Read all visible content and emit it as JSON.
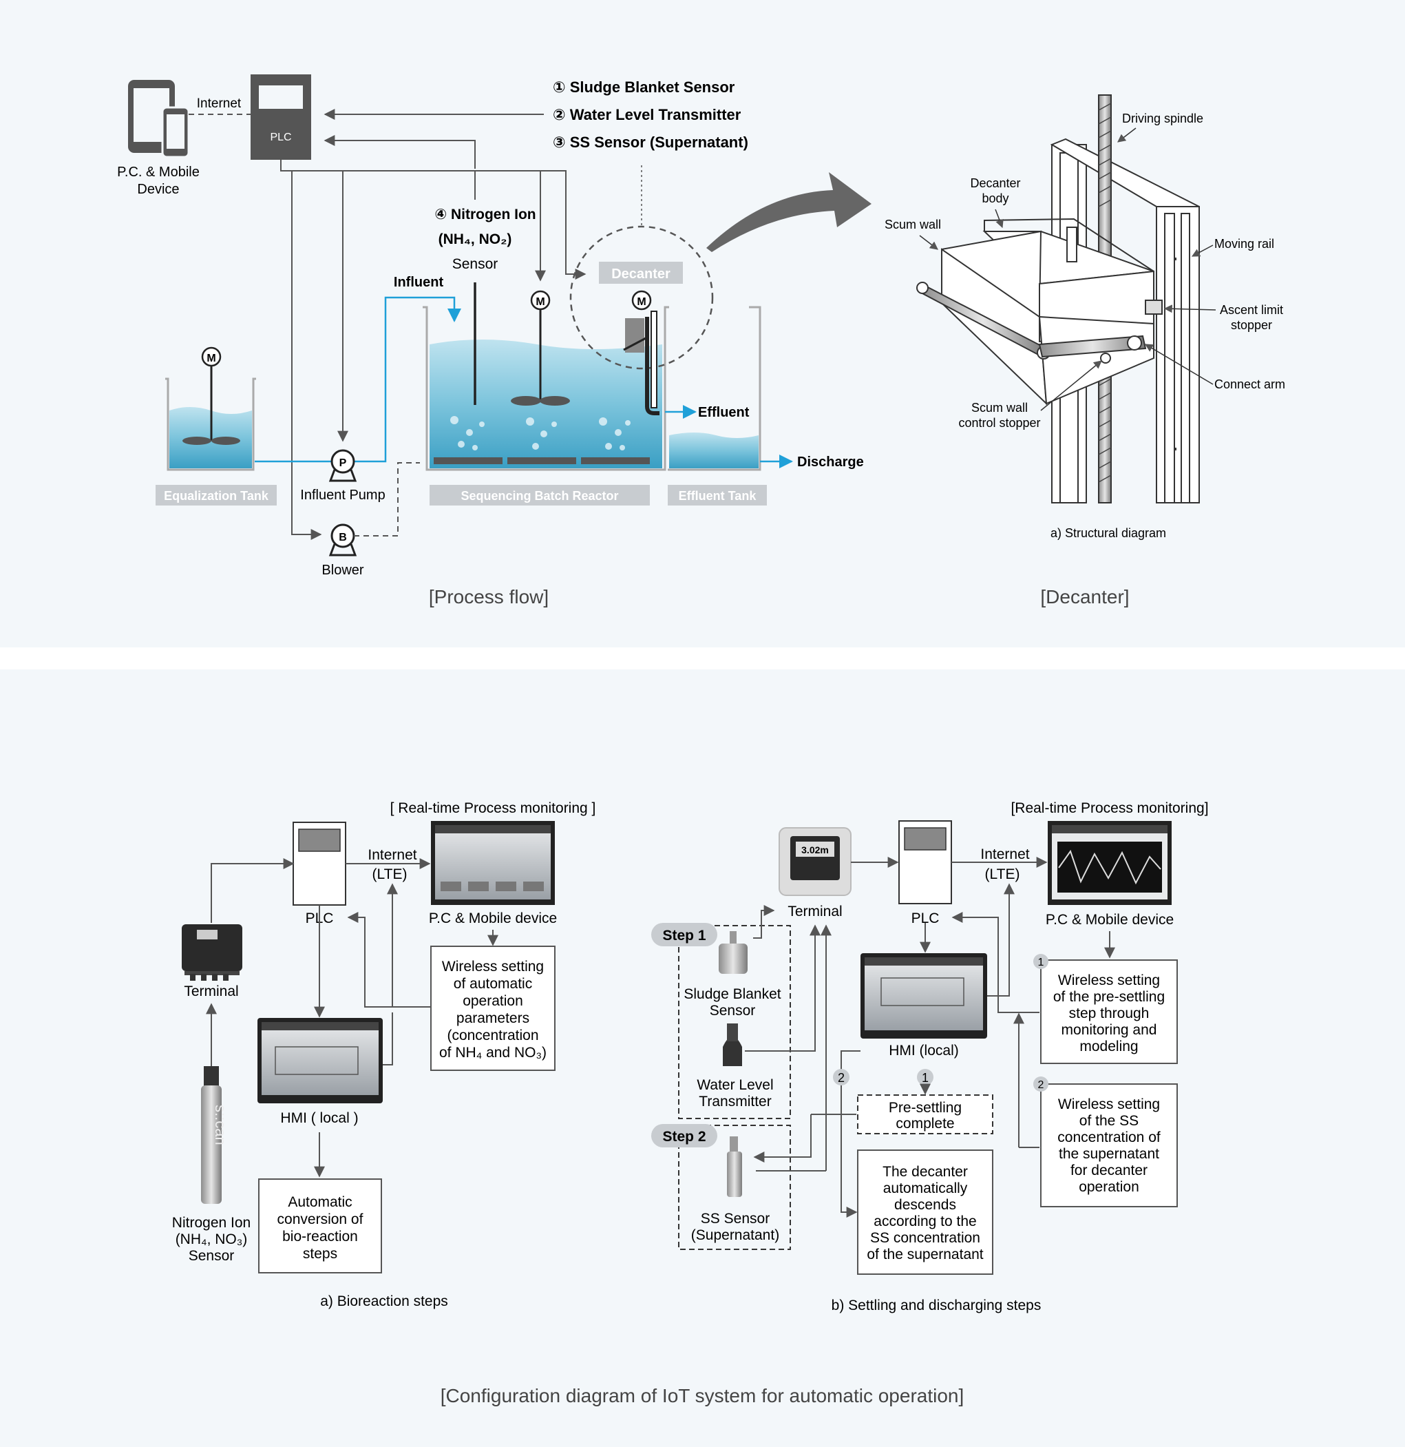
{
  "process_flow": {
    "caption": "[Process flow]",
    "device_label_line1": "P.C. & Mobile",
    "device_label_line2": "Device",
    "internet_label": "Internet",
    "plc_label": "PLC",
    "sensors": [
      "① Sludge Blanket Sensor",
      "② Water Level Transmitter",
      "③ SS Sensor (Supernatant)"
    ],
    "nitrogen_sensor_line1": "④ Nitrogen Ion",
    "nitrogen_sensor_line2": "(NH₄, NO₂)",
    "nitrogen_sensor_line3": "Sensor",
    "influent_label": "Influent",
    "effluent_label": "Effluent",
    "discharge_label": "Discharge",
    "decanter_label": "Decanter",
    "motor_symbol": "M",
    "pump_symbol": "P",
    "blower_symbol": "B",
    "equalization_tank": "Equalization Tank",
    "influent_pump": "Influent Pump",
    "sbr_label": "Sequencing  Batch Reactor",
    "effluent_tank": "Effluent Tank",
    "blower_label": "Blower"
  },
  "decanter": {
    "caption": "[Decanter]",
    "subcaption": "a) Structural diagram",
    "labels": {
      "driving_spindle": "Driving spindle",
      "decanter_body_1": "Decanter",
      "decanter_body_2": "body",
      "scum_wall": "Scum wall",
      "moving_rail": "Moving rail",
      "ascent_limit_1": "Ascent limit",
      "ascent_limit_2": "stopper",
      "connect_arm": "Connect arm",
      "scum_stopper_1": "Scum wall",
      "scum_stopper_2": "control stopper"
    }
  },
  "iot": {
    "caption": "[Configuration diagram of IoT system for automatic operation]",
    "bioreaction": {
      "monitoring_title": "[ Real-time Process monitoring ]",
      "plc": "PLC",
      "internet_1": "Internet",
      "internet_2": "(LTE)",
      "pc_mobile": "P.C & Mobile device",
      "terminal": "Terminal",
      "hmi": "HMI ( local )",
      "nitrogen_1": "Nitrogen Ion",
      "nitrogen_2": "(NH₄, NO₃)",
      "nitrogen_3": "Sensor",
      "sensor_brand": "s::can",
      "wireless_box": [
        "Wireless setting",
        "of automatic",
        "operation",
        "parameters",
        "(concentration",
        "of NH₄ and NO₃)"
      ],
      "auto_box": [
        "Automatic",
        "conversion of",
        "bio-reaction",
        "steps"
      ],
      "subcaption": "a) Bioreaction steps"
    },
    "settling": {
      "monitoring_title": "[Real-time Process monitoring]",
      "terminal": "Terminal",
      "terminal_display": "3.02m",
      "plc": "PLC",
      "internet_1": "Internet",
      "internet_2": "(LTE)",
      "pc_mobile": "P.C & Mobile device",
      "step1": "Step 1",
      "step2": "Step 2",
      "sludge_1": "Sludge Blanket",
      "sludge_2": "Sensor",
      "water_1": "Water Level",
      "water_2": "Transmitter",
      "ss_1": "SS Sensor",
      "ss_2": "(Supernatant)",
      "hmi": "HMI (local)",
      "num1": "1",
      "num2": "2",
      "presettling": [
        "Pre-settling",
        "complete"
      ],
      "decanter_box": [
        "The decanter",
        "automatically",
        "descends",
        "according to the",
        "SS concentration",
        "of the supernatant"
      ],
      "wireless1": [
        "Wireless setting",
        "of the pre-settling",
        "step through",
        "monitoring and",
        "modeling"
      ],
      "wireless2": [
        "Wireless setting",
        "of the SS",
        "concentration of",
        "the supernatant",
        "for decanter",
        "operation"
      ],
      "subcaption": "b) Settling and discharging steps"
    }
  },
  "colors": {
    "water_light": "#bfe3ef",
    "water_mid": "#7cc4dc",
    "water_dark": "#3a9fc4",
    "line_blue": "#1fa0d8",
    "label_grey": "#c8ccd0",
    "device_grey": "#555555"
  }
}
